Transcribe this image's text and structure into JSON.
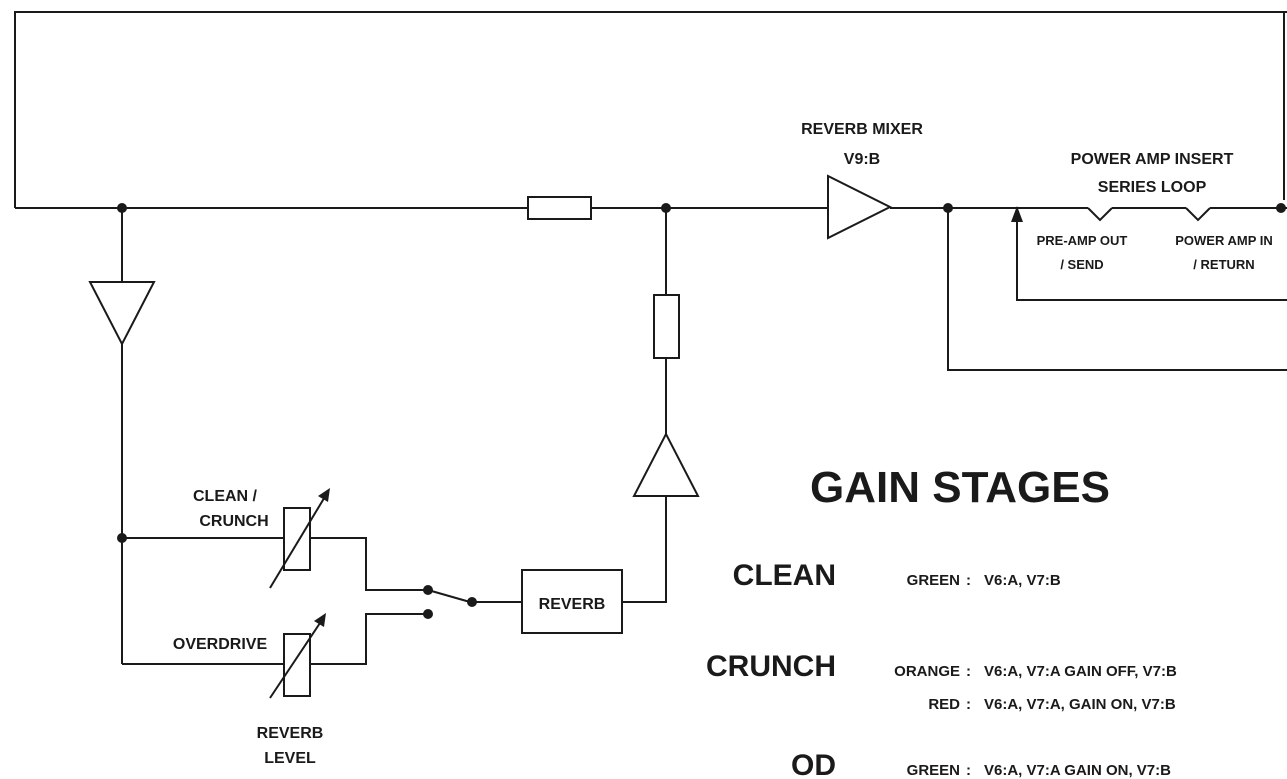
{
  "labels": {
    "reverb_mixer": "REVERB MIXER",
    "v9b": "V9:B",
    "insert_line1": "POWER AMP INSERT",
    "insert_line2": "SERIES LOOP",
    "preamp_out_line1": "PRE-AMP OUT",
    "preamp_out_line2": "/ SEND",
    "poweramp_in_line1": "POWER AMP IN",
    "poweramp_in_line2": "/ RETURN",
    "clean_crunch_line1": "CLEAN /",
    "clean_crunch_line2": "CRUNCH",
    "overdrive": "OVERDRIVE",
    "reverb_level_line1": "REVERB",
    "reverb_level_line2": "LEVEL",
    "reverb_box": "REVERB"
  },
  "gain_stages": {
    "title": "GAIN STAGES",
    "modes": [
      {
        "name": "CLEAN",
        "entries": [
          {
            "color": "GREEN",
            "tubes": "V6:A, V7:B"
          }
        ]
      },
      {
        "name": "CRUNCH",
        "entries": [
          {
            "color": "ORANGE",
            "tubes": "V6:A, V7:A GAIN OFF, V7:B"
          },
          {
            "color": "RED",
            "tubes": "V6:A, V7:A, GAIN ON, V7:B"
          }
        ]
      },
      {
        "name": "OD",
        "entries": [
          {
            "color": "GREEN",
            "tubes": "V6:A, V7:A GAIN ON, V7:B"
          }
        ]
      }
    ]
  }
}
